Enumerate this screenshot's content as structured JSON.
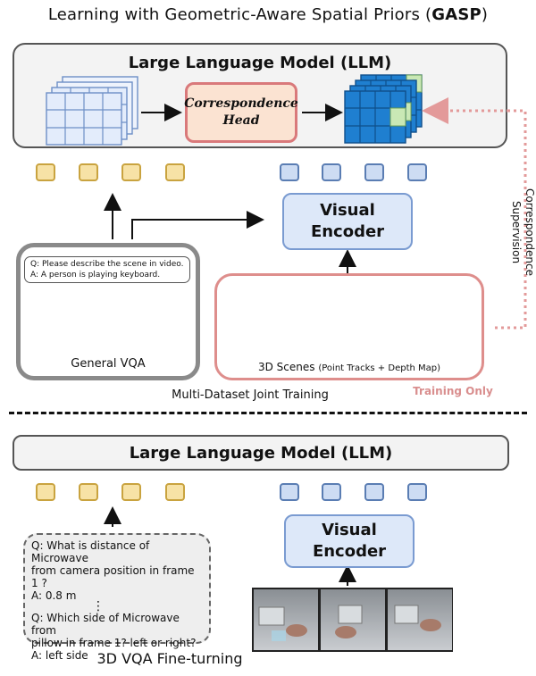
{
  "title": {
    "prefix": "Learning with Geometric-Aware Spatial Priors (",
    "acronym": "GASP",
    "suffix": ")"
  },
  "top": {
    "llm_label": "Large Language Model (LLM)",
    "correspondence_head_line1": "Correspondence",
    "correspondence_head_line2": "Head",
    "visual_encoder_line1": "Visual",
    "visual_encoder_line2": "Encoder",
    "correspondence_supervision_line1": "Correspondence",
    "correspondence_supervision_line2": "Supervision",
    "vqa_q": "Q: Please describe the scene in video.",
    "vqa_a": "A: A person is playing keyboard.",
    "general_vqa_label": "General VQA",
    "scenes_label_main": "3D Scenes",
    "scenes_label_sub": "(Point Tracks + Depth Map)",
    "training_only": "Training Only",
    "joint_training": "Multi-Dataset Joint Training"
  },
  "bottom": {
    "llm_label": "Large Language Model (LLM)",
    "visual_encoder_line1": "Visual",
    "visual_encoder_line2": "Encoder",
    "q1_line1": "Q: What is distance of Microwave",
    "q1_line2": "from camera position in frame 1 ?",
    "a1": "A: 0.8 m",
    "dots": "⋮",
    "q2_line1": "Q: Which side of Microwave from",
    "q2_line2": "pillow in frame 1? left or right?",
    "a2": "A: left side",
    "finetune_label": "3D VQA Fine-turning"
  },
  "colors": {
    "llm_fill": "#f3f3f3",
    "corr_head_fill": "#fbe3d2",
    "corr_head_border": "#d9797b",
    "text_token_fill": "#f7e2a6",
    "visual_token_fill": "#cddcf3",
    "encoder_fill": "#dde8f9",
    "cube_light": "#e3ecfb",
    "cube_dark": "#1f7fd0",
    "cube_highlight": "#c9e8b5",
    "training_only": "#d98e8e"
  }
}
